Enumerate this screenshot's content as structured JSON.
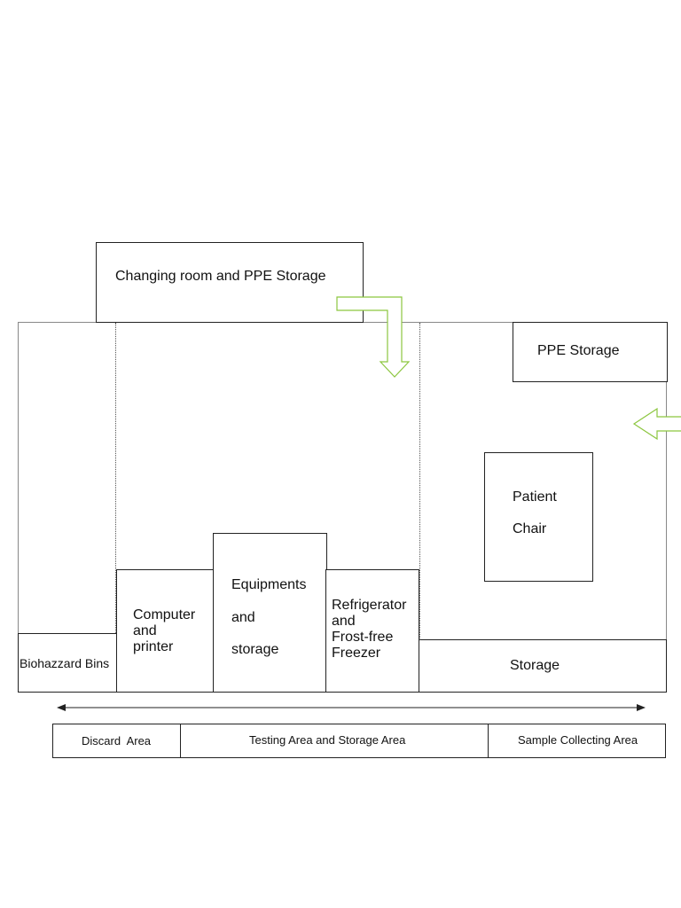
{
  "rooms": {
    "changing_room": "Changing room and PPE Storage",
    "ppe_storage": "PPE Storage",
    "patient_chair": [
      "Patient",
      "Chair"
    ],
    "biohazard_bins": "Biohazzard Bins",
    "computer_printer": [
      "Computer",
      "and",
      "printer"
    ],
    "equipments_storage": [
      "Equipments",
      "and",
      "storage"
    ],
    "refrigerator": [
      "Refrigerator",
      "and",
      "Frost-free",
      "Freezer"
    ],
    "storage": "Storage"
  },
  "zones": {
    "discard": "Discard  Area",
    "testing": "Testing Area and Storage Area",
    "sample": "Sample Collecting Area"
  },
  "colors": {
    "arrow_green": "#8cc63f",
    "line": "#222222"
  }
}
